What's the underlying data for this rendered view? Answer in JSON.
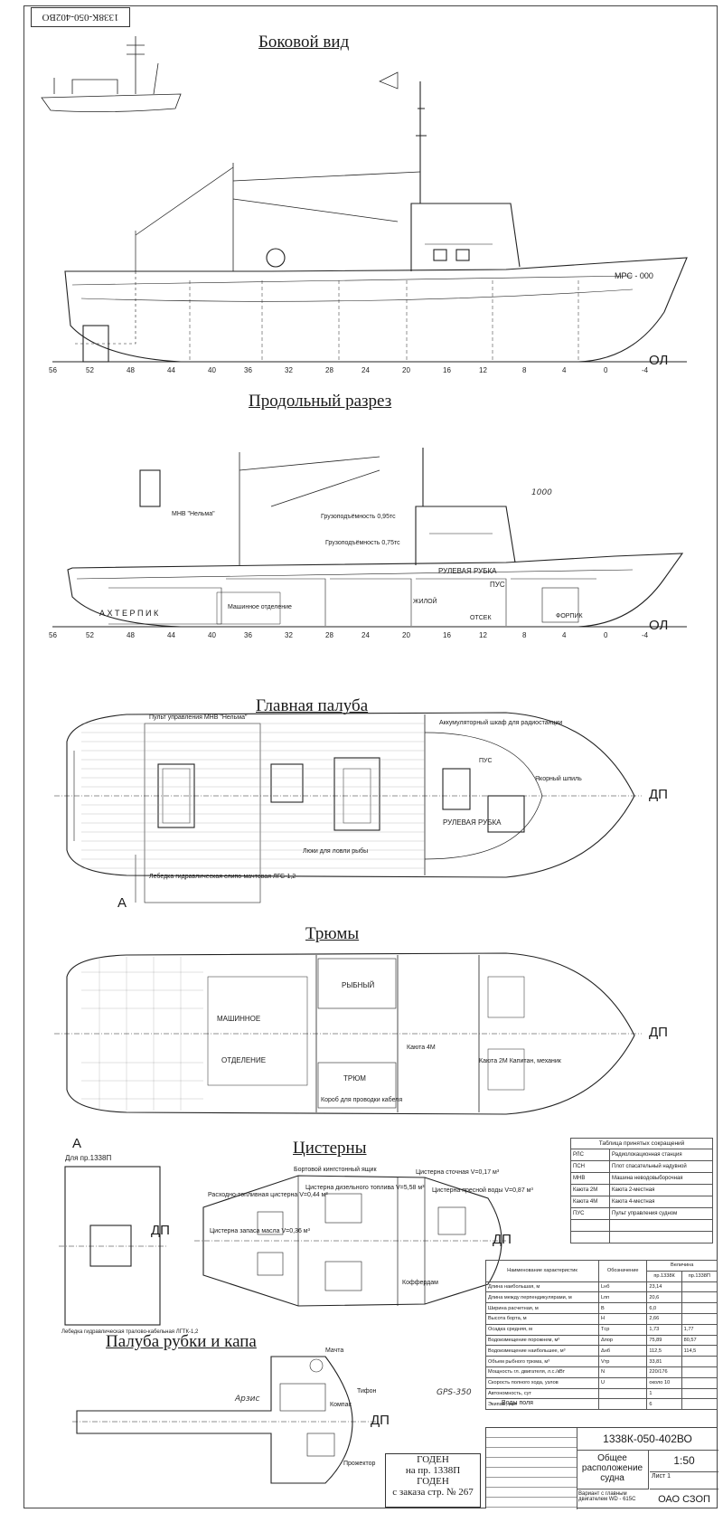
{
  "stamp": "1338К-050-402ВО",
  "views": {
    "side": "Боковой вид",
    "longitudinal": "Продольный разрез",
    "main_deck": "Главная палуба",
    "holds": "Трюмы",
    "tanks": "Цистерны",
    "wheelhouse_deck": "Палуба рубки и капа"
  },
  "markers": {
    "ol": "ОЛ",
    "dp": "ДП",
    "section_a": "А",
    "for_project": "Для пр.1338П"
  },
  "frames": [
    "56",
    "52",
    "48",
    "44",
    "40",
    "36",
    "32",
    "28",
    "24",
    "20",
    "16",
    "12",
    "8",
    "4",
    "0",
    "-4"
  ],
  "side_labels": {
    "hull_name": "МРС - 000"
  },
  "long_labels": {
    "winch": "МНВ \"Нельма\"",
    "boom1": "Грузоподъёмность 0,95тс",
    "boom2": "Грузоподъёмность 0,75тс",
    "aftpeak": "А Х Т Е Р П И К",
    "engine_room": "Машинное отделение",
    "wheelhouse": "РУЛЕВАЯ РУБКА",
    "pus": "ПУС",
    "living": "ЖИЛОЙ",
    "fore": "ФОРПИК",
    "otsek": "ОТСЕК"
  },
  "deck_labels": {
    "pult": "Пульт управления МНВ \"Нельма\"",
    "battery": "Аккумуляторный шкаф для радиостанции",
    "wheelhouse": "РУЛЕВАЯ РУБКА",
    "hold_hatch": "Люки для ловли рыбы",
    "winch": "Лебедка гидравлическая слипо-мачтовая ЛГС-1,2",
    "anchor": "Якорный шпиль",
    "pus": "ПУС"
  },
  "hold_labels": {
    "fish": "РЫБНЫЙ",
    "hold": "ТРЮМ",
    "engine": "МАШИННОЕ",
    "dept": "ОТДЕЛЕНИЕ",
    "box": "Короб для проводки кабеля",
    "cabin4": "Каюта 4М",
    "cabin2": "Каюта 2М Капитан, механик"
  },
  "tank_labels": {
    "fuel": "Расходно-топливная цистерна V=0,44 м³",
    "oil": "Цистерна запаса масла V=0,36 м³",
    "bulkhead": "Бортовой кингстонный ящик",
    "fuel_tank": "Цистерна дизельного топлива V=5,58 м³",
    "sewage": "Цистерна сточная V=0,17 м³",
    "fresh": "Цистерна пресной воды V=0,87 м³",
    "coffer": "Коффердам",
    "winch": "Лебедка гидравлическая тралово-кабельная ЛГТК-1,2"
  },
  "wheel_labels": {
    "tifon": "Тифон",
    "compass": "Компас",
    "searchlight": "Прожектор",
    "mast": "Мачта"
  },
  "abbreviations": {
    "title": "Таблица принятых сокращений",
    "rows": [
      [
        "РЛС",
        "Радиолокационная станция"
      ],
      [
        "ПСН",
        "Плот спасательный надувной"
      ],
      [
        "МНВ",
        "Машина неводовыборочная"
      ],
      [
        "Каюта 2М",
        "Каюта 2-местная"
      ],
      [
        "Каюта 4М",
        "Каюта 4-местная"
      ],
      [
        "ПУС",
        "Пульт управления судном"
      ],
      [
        "",
        ""
      ],
      [
        "",
        ""
      ]
    ]
  },
  "specs": {
    "head": [
      "Наименование характеристик",
      "Обозначение",
      "Величина"
    ],
    "sub": "пр.1338К",
    "sub2": "пр.1338П",
    "rows": [
      [
        "Длина наибольшая, м",
        "Lнб",
        "23,14",
        ""
      ],
      [
        "Длина между перпендикулярами, м",
        "Lпп",
        "20,6",
        ""
      ],
      [
        "Ширина расчетная, м",
        "B",
        "6,0",
        ""
      ],
      [
        "Высота борта, м",
        "H",
        "2,66",
        ""
      ],
      [
        "Осадка средняя, м",
        "Tср",
        "1,73",
        "1,77"
      ],
      [
        "Водоизмещение порожнем, м³",
        "Δпор",
        "75,89",
        "80,57"
      ],
      [
        "Водоизмещение наибольшее, м³",
        "Δнб",
        "112,5",
        "114,5"
      ],
      [
        "Объем рыбного трюма, м³",
        "Vтр",
        "33,81",
        ""
      ],
      [
        "Мощность гл. двигателя, л.с./кВт",
        "N",
        "220/176",
        ""
      ],
      [
        "Скорость полного хода, узлов",
        "U",
        "около 10",
        ""
      ],
      [
        "Автономность, сут",
        "",
        "1",
        ""
      ],
      [
        "Экипаж, чел",
        "",
        "6",
        ""
      ]
    ]
  },
  "title_block": {
    "doc_number": "1338К-050-402ВО",
    "name": "Общее расположение судна",
    "scale": "1:50",
    "note": "Вариант с главным двигателем WD - 615C",
    "company": "ОАО СЗОП",
    "sheet": "Лист 1",
    "water": "Воды поля"
  },
  "approval": {
    "line1": "ГОДЕН",
    "line2": "на пр. 1338П",
    "line3": "ГОДЕН",
    "line4": "с заказа стр. № 267"
  },
  "handwritten": {
    "a": "GPS-350",
    "b": "Арзис",
    "c": "1000"
  }
}
